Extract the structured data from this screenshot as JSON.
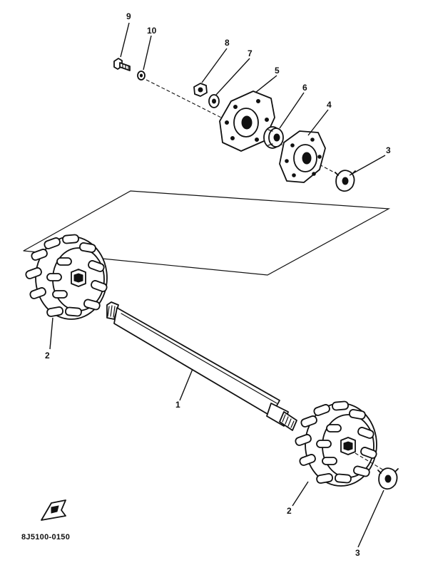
{
  "diagram_code": "8J5100-0150",
  "callouts": {
    "c9": "9",
    "c10": "10",
    "c8": "8",
    "c7": "7",
    "c5": "5",
    "c6": "6",
    "c4": "4",
    "c3_top": "3",
    "c2_left": "2",
    "c1": "1",
    "c2_right": "2",
    "c3_bottom": "3"
  },
  "icons": {
    "front_arrow": "front-direction-arrow-icon"
  }
}
